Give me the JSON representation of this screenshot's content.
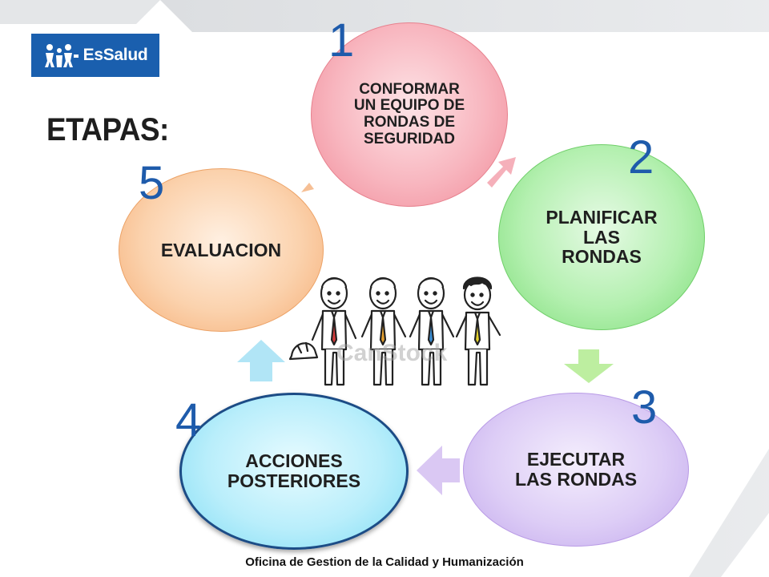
{
  "logo": {
    "text": "EsSalud"
  },
  "title": "ETAPAS:",
  "steps": [
    {
      "number": "1",
      "label": "CONFORMAR\nUN EQUIPO DE\nRONDAS DE\nSEGURIDAD",
      "color": "#f8b6bf"
    },
    {
      "number": "2",
      "label": "PLANIFICAR\nLAS\nRONDAS",
      "color": "#b4f0b0"
    },
    {
      "number": "3",
      "label": "EJECUTAR\nLAS RONDAS",
      "color": "#ddcdf6"
    },
    {
      "number": "4",
      "label": "ACCIONES\nPOSTERIORES",
      "color": "#b9eefb"
    },
    {
      "number": "5",
      "label": "EVALUACION",
      "color": "#fbd2ad"
    }
  ],
  "watermark": "CanStock",
  "footer": "Oficina de Gestion de la Calidad y Humanización",
  "colors": {
    "number": "#1e5bab",
    "logo_bg": "#1a5fae",
    "title": "#1e1e1e"
  }
}
